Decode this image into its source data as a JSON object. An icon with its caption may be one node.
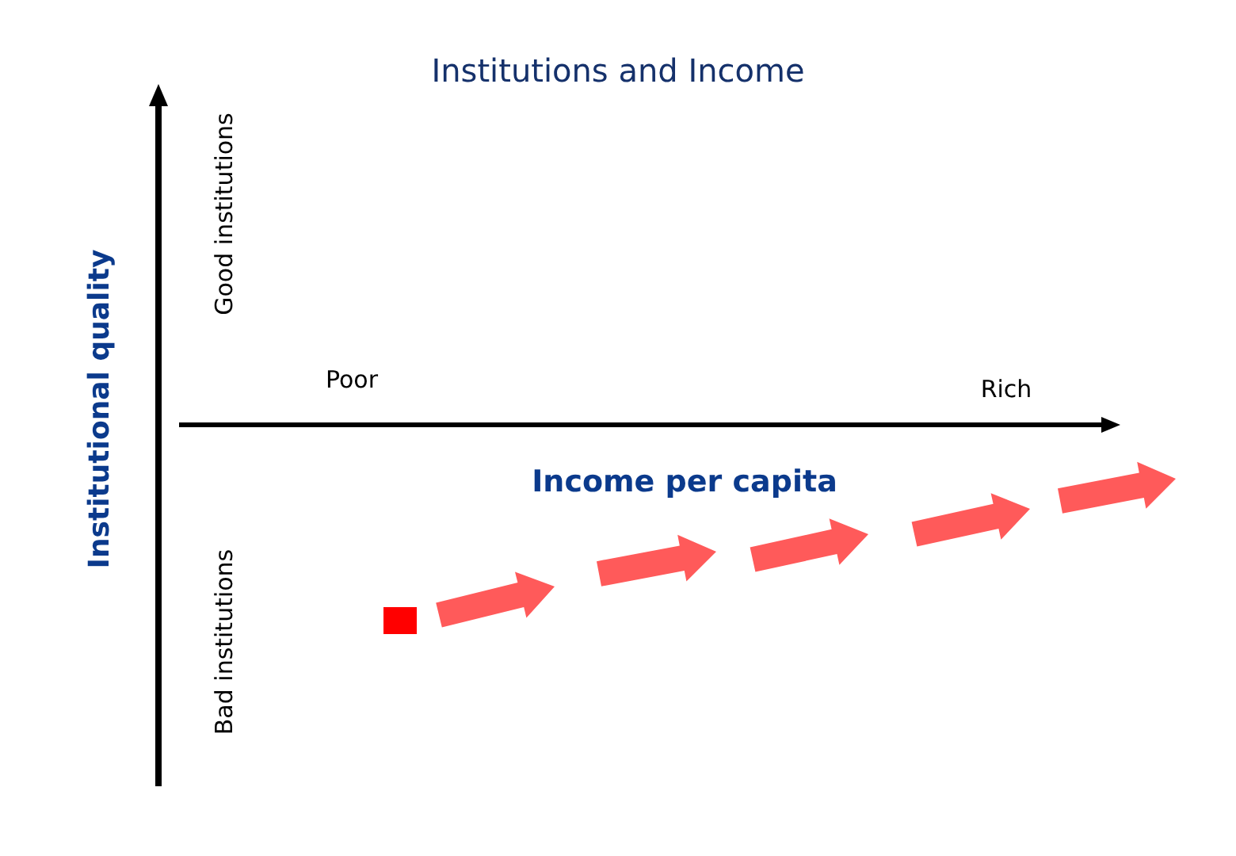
{
  "diagram": {
    "title": "Institutions and Income",
    "nodes": [
      {
        "text": [],
        "shape": "box"
      }
    ],
    "labels": [
      "Good institutions",
      "Institutional quality",
      "Poor",
      "Rich",
      "Income per capita",
      "Bad institutions"
    ]
  }
}
